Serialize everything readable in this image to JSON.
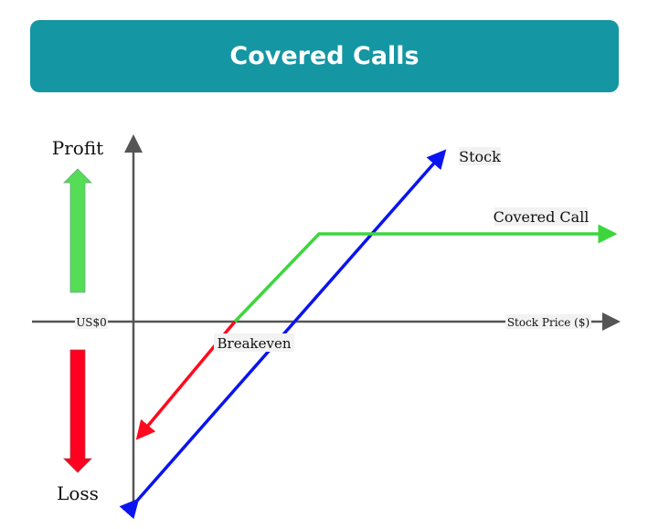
{
  "title": "Covered Calls",
  "colors": {
    "banner": "#1496a3",
    "axis": "#555555",
    "stock": "#0a14f0",
    "covered_call": "#3cd63c",
    "loss": "#ff0a1e",
    "profit_arrow": "#55dd55",
    "loss_arrow": "#ff0020"
  },
  "labels": {
    "profit": "Profit",
    "loss": "Loss",
    "zero": "US$0",
    "x_axis": "Stock Price ($)",
    "breakeven": "Breakeven",
    "stock": "Stock",
    "covered_call": "Covered Call"
  }
}
